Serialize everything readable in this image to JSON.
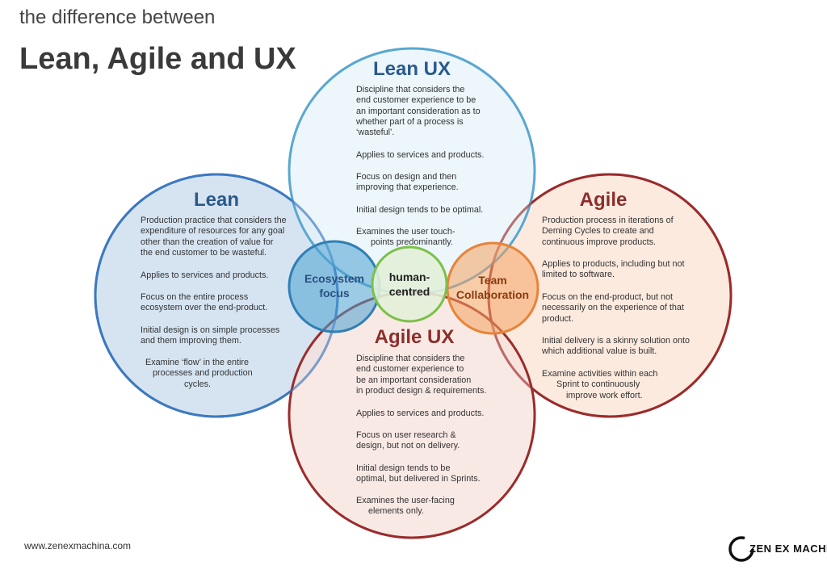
{
  "header": {
    "subtitle": "the difference between",
    "title": "Lean, Agile and UX"
  },
  "circles": {
    "lean_ux": {
      "title": "Lean UX",
      "color": "#2a5a8c",
      "fill": "#e6f3f9",
      "stroke": "#5aa7d1",
      "paragraphs": [
        "Discipline that considers the\nend customer experience to be\nan important consideration as to\nwhether part of a process is\n‘wasteful’.",
        "Applies to services and products.",
        "Focus on design and then\nimproving that experience.",
        "Initial design tends to be optimal.",
        "Examines the user touch-\n      points predominantly."
      ]
    },
    "lean": {
      "title": "Lean",
      "color": "#2a5a8c",
      "fill": "#d2e1f1",
      "stroke": "#3c78c0",
      "paragraphs": [
        "Production practice that considers the\nexpenditure of resources for any goal\nother than the creation of value for\nthe end customer to be wasteful.",
        "Applies to services and products.",
        "Focus on the entire process\necosystem over the end-product.",
        "Initial design is on simple processes\nand them improving them.",
        "  Examine ‘flow’ in the entire\n     processes and production\n                  cycles."
      ]
    },
    "agile": {
      "title": "Agile",
      "color": "#8c2e2a",
      "fill": "#fce8dc",
      "stroke": "#9b2b2b",
      "paragraphs": [
        "Production process in iterations of\nDeming Cycles to create and\ncontinuous improve products.",
        "Applies to products, including but not\nlimited to software.",
        "Focus on the end-product, but not\nnecessarily on the experience of that\nproduct.",
        "Initial delivery is a skinny solution onto\nwhich additional value is built.",
        "Examine activities within each\n      Sprint to continuously\n          improve work effort."
      ]
    },
    "agile_ux": {
      "title": "Agile UX",
      "color": "#8c2e2a",
      "fill": "#f7e1dc",
      "stroke": "#9b2b2b",
      "paragraphs": [
        "Discipline that considers the\nend customer experience to\nbe an important consideration\nin product design & requirements.",
        "Applies to services and products.",
        "Focus on user research &\ndesign, but not on delivery.",
        "Initial design tends to be\noptimal, but delivered in Sprints.",
        "Examines the user-facing\n     elements only."
      ]
    }
  },
  "inner": {
    "ecosystem": {
      "label": "Ecosystem\nfocus",
      "color": "#2a4f80",
      "fill": "#4aa0cf",
      "stroke": "#2f7fb5"
    },
    "human": {
      "label": "human-\ncentred",
      "color": "#222222",
      "fill": "#e2f0d8",
      "stroke": "#7cc04a"
    },
    "team": {
      "label": "Team\nCollaboration",
      "color": "#8a3a10",
      "fill": "#f4a261",
      "stroke": "#e8843a"
    }
  },
  "footer": {
    "url": "www.zenexmachina.com",
    "logo_text": "ZEN EX MACHINA"
  }
}
